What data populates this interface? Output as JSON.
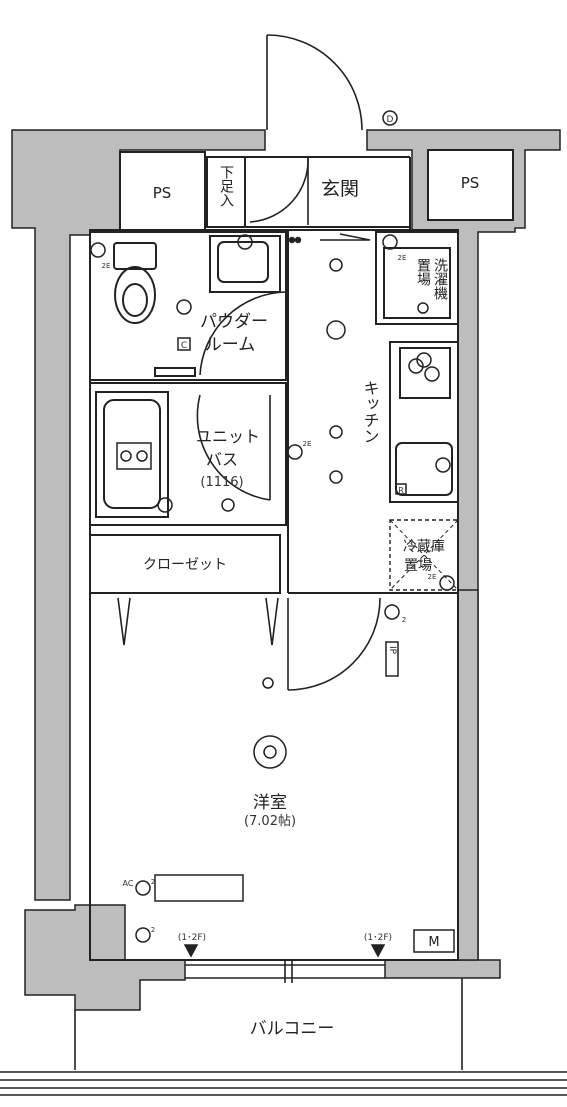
{
  "rooms": {
    "ps_left": "PS",
    "ps_right": "PS",
    "shoe_closet": "下足入",
    "entrance": "玄関",
    "powder_room_1": "パウダー",
    "powder_room_2": "ルーム",
    "washer_1": "洗濯機",
    "washer_2": "置場",
    "kitchen": "キッチン",
    "unit_bath_1": "ユニット",
    "unit_bath_2": "バス",
    "unit_bath_size": "(1116)",
    "fridge_1": "冷蔵庫",
    "fridge_2": "置場",
    "closet": "クローゼット",
    "western_room": "洋室",
    "western_room_size": "(7.02帖)",
    "balcony": "バルコニー"
  },
  "fixtures": {
    "doorbell": "D",
    "outlet_2e": "2E",
    "outlet_2": "2",
    "ac_label": "AC",
    "meter": "M",
    "switch_c": "C",
    "switch_r": "R",
    "intercom": "IP",
    "vent_left": "(1･2F)",
    "vent_right": "(1･2F)"
  },
  "colors": {
    "wall": "#bdbdbd",
    "line": "#222222",
    "background": "#ffffff"
  }
}
